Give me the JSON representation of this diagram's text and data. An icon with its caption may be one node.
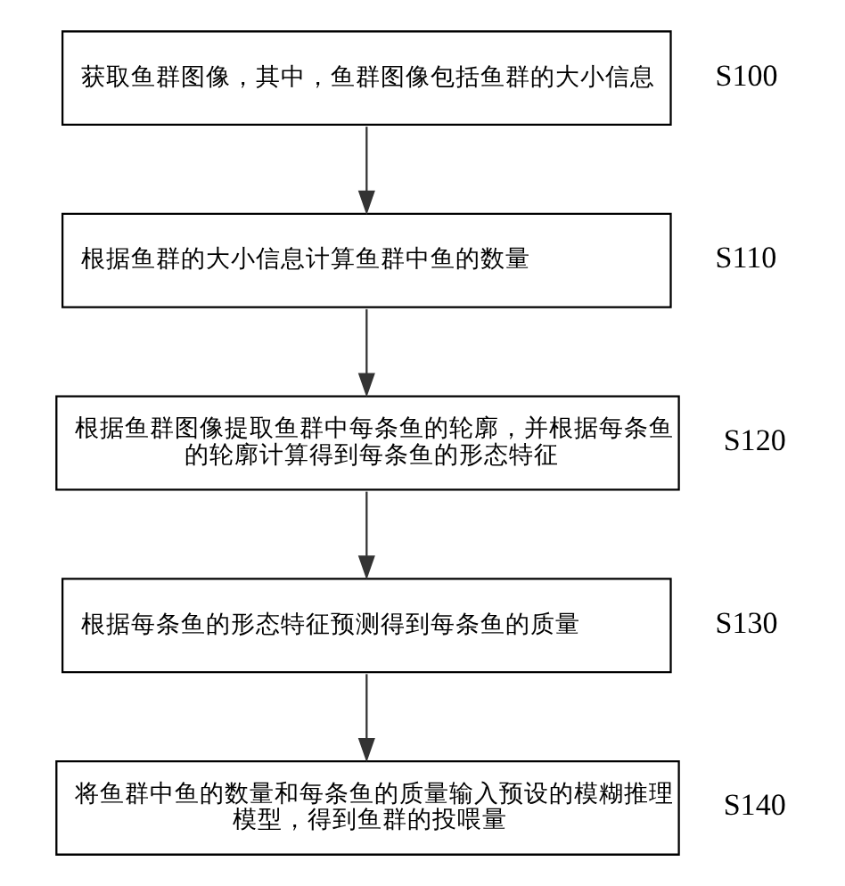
{
  "diagram": {
    "nodes": [
      {
        "text": [
          "获取鱼群图像，其中，鱼群图像包括鱼群的大小信息"
        ],
        "beside": [
          "S100"
        ]
      },
      {
        "text": [
          "根据鱼群的大小信息计算鱼群中鱼的数量"
        ],
        "beside": [
          "S110"
        ]
      },
      {
        "text": [
          "根据鱼群图像提取鱼群中每条鱼的轮廓，并根据每条鱼的轮廓计算得到每条鱼的形态特征"
        ],
        "beside": [
          "S120"
        ]
      },
      {
        "text": [
          "根据每条鱼的形态特征预测得到每条鱼的质量"
        ],
        "beside": [
          "S130"
        ]
      },
      {
        "text": [
          "将鱼群中鱼的数量和每条鱼的质量输入预设的模糊推理模型，得到鱼群的投喂量"
        ],
        "beside": [
          "S140"
        ]
      }
    ],
    "edges": [
      {
        "from": 0,
        "to": 1,
        "arrow": "to"
      },
      {
        "from": 1,
        "to": 2,
        "arrow": "to"
      },
      {
        "from": 2,
        "to": 3,
        "arrow": "to"
      },
      {
        "from": 3,
        "to": 4,
        "arrow": "to"
      }
    ]
  }
}
